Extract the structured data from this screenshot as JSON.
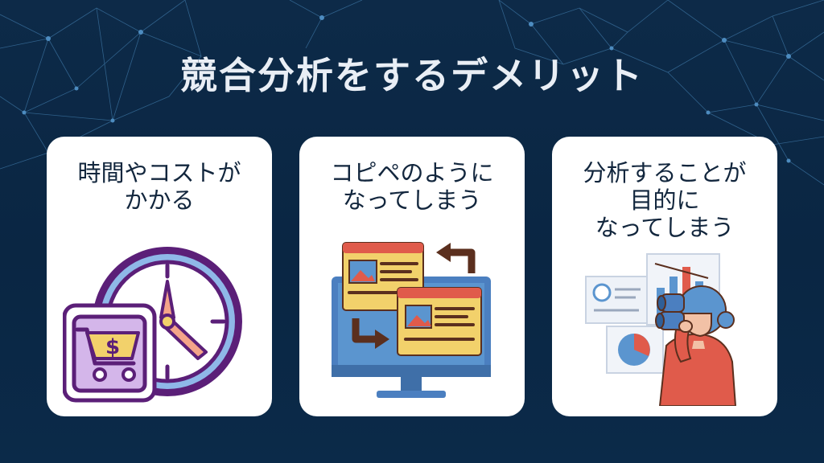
{
  "title": "競合分析をするデメリット",
  "cards": [
    {
      "lines": [
        "時間やコストが",
        "かかる"
      ],
      "icon": "clock-cart-icon"
    },
    {
      "lines": [
        "コピペのように",
        "なってしまう"
      ],
      "icon": "copy-paste-monitor-icon"
    },
    {
      "lines": [
        "分析することが",
        "目的に",
        "なってしまう"
      ],
      "icon": "woman-binoculars-icon"
    }
  ],
  "colors": {
    "background": "#0b2a49",
    "network_line": "#3f79a8",
    "title_text": "#e9eef5",
    "card_bg": "#ffffff",
    "card_text": "#12263d",
    "accent_purple": "#5b1f78",
    "accent_yellow": "#f2d16b",
    "accent_red": "#e05b4b",
    "accent_blue": "#5b95cf"
  }
}
